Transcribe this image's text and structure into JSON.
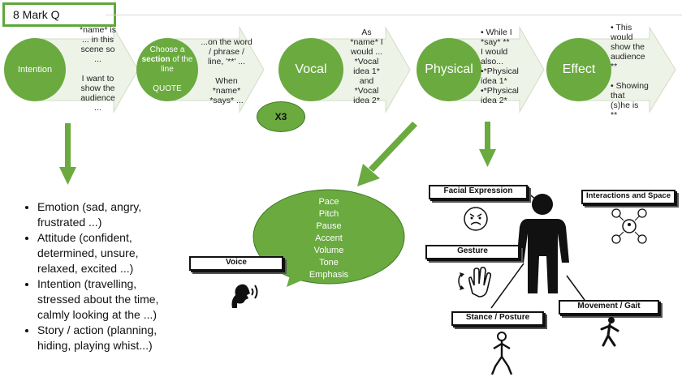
{
  "title": "8 Mark Q",
  "steps": {
    "intention": "Intention",
    "choose": [
      "Choose a ",
      "section",
      " of the line"
    ],
    "quote": "QUOTE",
    "vocal": "Vocal",
    "physical": "Physical",
    "effect": "Effect"
  },
  "texts": {
    "intention_lines": [
      "*name* is",
      "... in this",
      "scene so",
      "...",
      "",
      "I want to",
      "show the",
      "audience",
      "..."
    ],
    "choose_lines": [
      "...on the word",
      "/ phrase /",
      "line, '**' ...",
      "",
      "When",
      "*name*",
      "*says* ..."
    ],
    "vocal_lines": [
      "As",
      "*name* I",
      "would ...",
      "*Vocal",
      "idea 1*",
      "and",
      "*Vocal",
      "idea 2*"
    ],
    "physical_lines": [
      "• While I",
      "*say* **",
      "I would",
      "also...",
      "•*Physical",
      "idea 1*",
      "•*Physical",
      "idea 2*"
    ],
    "effect_lines": [
      "• This",
      "would",
      "show the",
      "audience",
      "**",
      "",
      "• Showing",
      "that",
      "(s)he is",
      "**"
    ]
  },
  "x3": "X3",
  "bullets": [
    "Emotion (sad, angry, frustrated ...)",
    "Attitude (confident, determined, unsure, relaxed, excited ...)",
    "Intention (travelling, stressed about the time, calmly looking at the ...)",
    "Story / action (planning, hiding, playing whist...)"
  ],
  "voice": {
    "label": "Voice",
    "items": [
      "Pace",
      "Pitch",
      "Pause",
      "Accent",
      "Volume",
      "Tone",
      "Emphasis"
    ]
  },
  "physical_labels": {
    "facial": "Facial Expression",
    "interactions": "Interactions and Space",
    "gesture": "Gesture",
    "stance": "Stance / Posture",
    "movement": "Movement / Gait"
  },
  "colors": {
    "green": "#6aaa3f",
    "dark_green": "#5a9a35",
    "arrow_fill": "#eef3e8"
  }
}
